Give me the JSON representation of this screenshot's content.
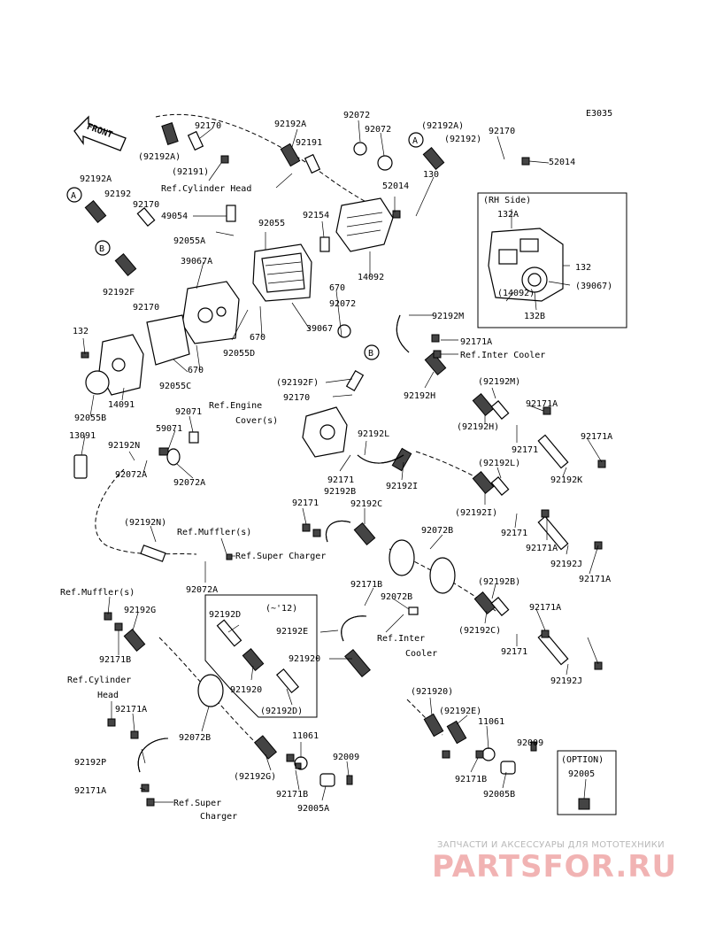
{
  "diagram": {
    "code": "E3035",
    "front_label": "FRONT",
    "callouts": [
      "A",
      "B"
    ],
    "labels": [
      "92192A",
      "92170",
      "92192A",
      "92072",
      "92072",
      "(92192A)",
      "92170",
      "(92192)",
      "52014",
      "(92192A)",
      "(92191)",
      "Ref.Cylinder Head",
      "92191",
      "52014",
      "130",
      "(RH Side)",
      "132A",
      "92192",
      "92170",
      "49054",
      "92055",
      "92154",
      "14092",
      "132",
      "(39067)",
      "(14092)",
      "132B",
      "92055A",
      "39067A",
      "670",
      "92072",
      "92192F",
      "92170",
      "670",
      "39067",
      "92192M",
      "92171A",
      "Ref.Inter Cooler",
      "132",
      "92055D",
      "670",
      "92055C",
      "14091",
      "92055B",
      "(92192F)",
      "92170",
      "92192H",
      "(92192M)",
      "92171A",
      "92071",
      "Ref.Engine",
      "Cover(s)",
      "(92192H)",
      "92171",
      "92171A",
      "59071",
      "13091",
      "92192N",
      "92072A",
      "92072A",
      "92192L",
      "92171",
      "92192I",
      "(92192L)",
      "92192K",
      "92192B",
      "92171",
      "92192C",
      "(92192I)",
      "92171",
      "92171A",
      "(92192N)",
      "Ref.Muffler(s)",
      "92072B",
      "Ref.Super Charger",
      "92192J",
      "92171A",
      "92072A",
      "92171B",
      "(92192B)",
      "Ref.Muffler(s)",
      "92192G",
      "(~'12)",
      "92192D",
      "92072B",
      "92171A",
      "92192E",
      "Ref.Inter",
      "Cooler",
      "(92192C)",
      "92171",
      "92171B",
      "921920",
      "92192J",
      "Ref.Cylinder",
      "Head",
      "92171A",
      "921920",
      "(92192D)",
      "(921920)",
      "(92192E)",
      "92072B",
      "11061",
      "11061",
      "92009",
      "92192P",
      "(92192G)",
      "92009",
      "(OPTION)",
      "92005",
      "92171A",
      "92171B",
      "92171B",
      "92005B",
      "Ref.Super",
      "Charger",
      "92005A"
    ]
  },
  "watermark": {
    "tagline": "ЗАПЧАСТИ И АКСЕССУАРЫ ДЛЯ МОТОТЕХНИКИ",
    "logo": "PARTSFOR.RU"
  }
}
